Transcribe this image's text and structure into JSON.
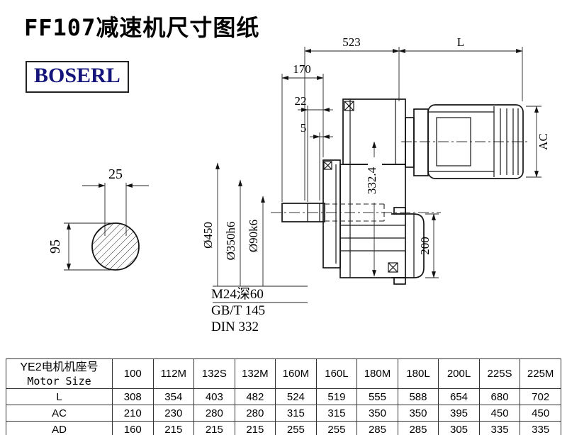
{
  "page": {
    "title": "FF107减速机尺寸图纸",
    "logo": "BOSERL"
  },
  "drawing": {
    "dims": {
      "gearbox_length": "523",
      "motor_length": "L",
      "shaft_length": "170",
      "step_22": "22",
      "step_5": "5",
      "motor_height": "AC",
      "center_height": "332.4",
      "cover_diameter": "200",
      "flange_diameter": "Ø450",
      "spigot_diameter": "Ø350h6",
      "bore_diameter": "Ø90k6",
      "key_width": "25",
      "shaft_end_diameter": "95"
    },
    "notes": [
      "M24深60",
      "GB/T 145",
      "DIN 332"
    ]
  },
  "table": {
    "header_cn": "YE2电机机座号",
    "header_en": "Motor Size",
    "columns": [
      "100",
      "112M",
      "132S",
      "132M",
      "160M",
      "160L",
      "180M",
      "180L",
      "200L",
      "225S",
      "225M"
    ],
    "rows": [
      {
        "label": "L",
        "values": [
          "308",
          "354",
          "403",
          "482",
          "524",
          "519",
          "555",
          "588",
          "654",
          "680",
          "702"
        ]
      },
      {
        "label": "AC",
        "values": [
          "210",
          "230",
          "280",
          "280",
          "315",
          "315",
          "350",
          "350",
          "395",
          "450",
          "450"
        ]
      },
      {
        "label": "AD",
        "values": [
          "160",
          "215",
          "215",
          "215",
          "255",
          "255",
          "285",
          "285",
          "305",
          "335",
          "335"
        ]
      }
    ]
  }
}
